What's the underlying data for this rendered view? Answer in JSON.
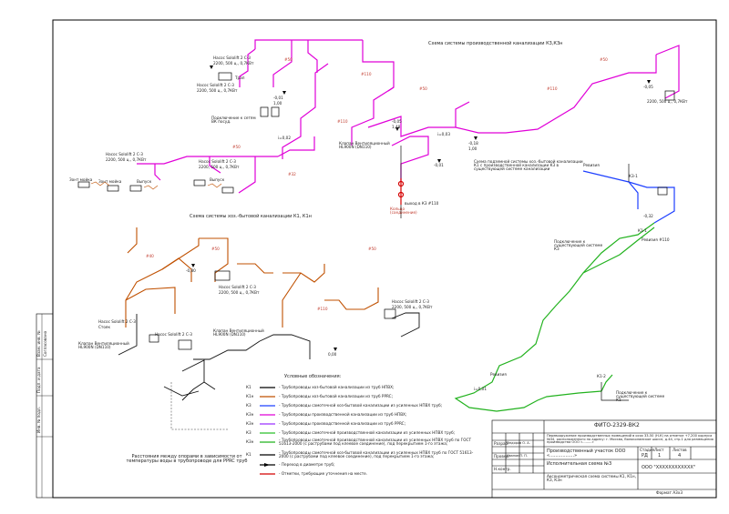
{
  "colors": {
    "k1_pvc": "#000000",
    "k1n_pp": "#c05000",
    "k3_rainwater": "#1e40ff",
    "k3n_production": "#e000d8",
    "k5_pressure": "#22b21e",
    "k1_pressure": "#000000",
    "dimension_red": "#d40000"
  },
  "scheme_titles": {
    "production": "Схема системы производственной канализации К3,К3н",
    "household": "Схема системы хоз.-бытовой канализации К1, К1н",
    "pressure": "Схема подземной системы хоз.-бытовой канализации К1 с производственной канализации К3 в существующей системе канализации"
  },
  "labels": {
    "sink_a": "Зонт мойка",
    "sink_b": "Зонт мойка",
    "trap_a": "Выпуск",
    "trap_b": "Выпуск",
    "floor_drain": "Трап",
    "drain_note": "Подключение к сетям ВК посуд.",
    "valve_a": "Клапан Вентиляционный HL900N (DN110)",
    "valve_b": "Клапан Вентиляционный HL900N (DN110)",
    "valve_c": "Клапан Вентиляционный HL900N (DN110)",
    "flush_a": "Ревизия",
    "flush_b": "Ревизия",
    "k1_a": "К1-1",
    "k1_b": "К1-2",
    "k3_a": "К3-1",
    "pump_label": "Насос Sololift 2 С-3",
    "pump_label_2": "Насос Sololift 2 С-3",
    "pump_label_3": "Насос Sololift 2 С-3",
    "pump_spec": "2200, 500 ц., 0,7КВт",
    "existing_k1": "Подключение к существующей системе К1",
    "existing_k3": "Подключение к существующей системе К3",
    "riser": "Стояк",
    "note_red": "Кольцо (соединение)",
    "exit_note": "выход в К3 #110",
    "elev_1": "-0,01",
    "elev_2": "-0,05",
    "elev_3": "-0,18",
    "elev_4": "1,00",
    "elev_5": "-0,80",
    "elev_6": "-0,32",
    "elev_7": "0,00",
    "elev_8": "1,48",
    "dim_50": "#50",
    "dim_110": "#110",
    "dim_32": "#32",
    "dim_40": "#40",
    "slope": "i=0,02",
    "slope_2": "i=0,03",
    "slope_3": "i=0,01",
    "upper_rev": "Ревизия #110",
    "lower_note": "Расстояния между опорами в зависимости от температуры воды в трубопроводе для PPRC труб"
  },
  "legend": {
    "title": "Условные обозначения:",
    "items": [
      {
        "code": "К1",
        "text": "- Трубопроводы хоз-бытовой канализации из труб НПВХ;",
        "color": "#000000"
      },
      {
        "code": "К1н",
        "text": "- Трубопроводы хоз-бытовой канализации из труб PPRC;",
        "color": "#c05000"
      },
      {
        "code": "К3",
        "text": "- Трубопроводы самотечной хоз-бытовой канализации из усиленных НПВХ труб;",
        "color": "#1e40ff"
      },
      {
        "code": "К3н",
        "text": "- Трубопроводы производственной канализации из труб НПВХ;",
        "color": "#e000d8"
      },
      {
        "code": "К3н",
        "text": "- Трубопроводы производственной канализации из труб PPRC;",
        "color": "#9b30ff"
      },
      {
        "code": "К3",
        "text": "- Трубопроводы самотечной производственной канализации из усиленных НПВХ труб;",
        "color": "#2bbf2b"
      },
      {
        "code": "К3н",
        "text": "- Трубопроводы самотечной производственной канализации из усиленных НПВХ труб по ГОСТ 51613-2000 (с раструбами под клеевое соединение), под перекрытием 1-го этажа;",
        "color": "#22b21e"
      },
      {
        "code": "К1",
        "text": "- Трубопроводы самотечной хоз-бытовой канализации из усиленных НПВХ труб по ГОСТ 51613-2000 (с раструбами под клеевое соединение), под перекрытием 1-го этажа;",
        "color": "#000000"
      },
      {
        "code": "",
        "text": "- Переход в диаметре труб;",
        "color": "#000000"
      },
      {
        "code": "",
        "text": "- Отметки, требующие уточнения на месте.",
        "color": "#d40000"
      }
    ]
  },
  "title_block": {
    "doc_code": "ФИТО-2329-ВК2",
    "description": "Перевооружение производственных помещений в осях 33-50 (Н-К) на отметке +7,200 корпуса №34, расположенного по адресу: г. Москва, Волоколамское шоссе, д.44, стр.1 для размещения производства ООО «.........»",
    "org": "Производственный участок ООО «.................»",
    "stage_header": "Стадия",
    "sheet_header": "Лист",
    "sheets_header": "Листов",
    "stage": "РД",
    "sheet": "1",
    "sheets": "4",
    "drawing_title": "Аксонометрическая схема системы К1, К1н, К3, К3н",
    "sheet_name": "Исполнительная схема №3",
    "company": "ООО \"ХХХХХХХХХХХХ\"",
    "role_1": "Разраб.",
    "role_2": "Провер.",
    "role_3": "Н.контр.",
    "name_1": "Федоров О. А.",
    "name_2": "Иванов П. П.",
    "format": "Формат А3х3"
  },
  "left_stamps": {
    "s1": "Взам. инв. №",
    "s2": "Подп. и дата",
    "s3": "Инв. № подл.",
    "s4": "Согласовано"
  }
}
